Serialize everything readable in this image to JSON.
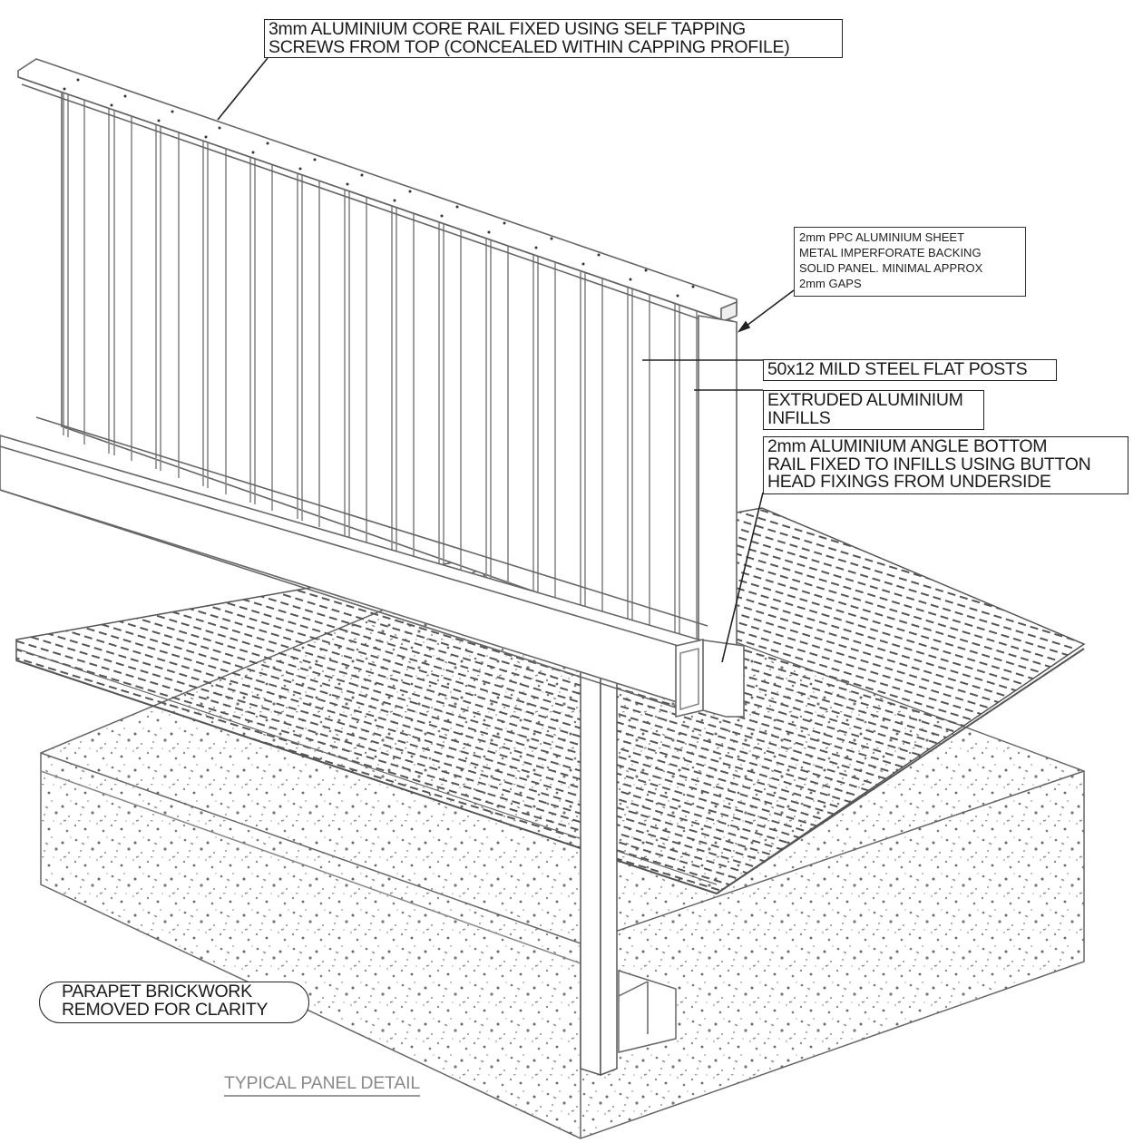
{
  "drawing": {
    "title": "TYPICAL PANEL DETAIL",
    "line_color": "#555555",
    "text_color": "#1a1a1a",
    "title_color": "#8a8a8a"
  },
  "callouts": {
    "core_rail": {
      "lines": [
        "3mm ALUMINIUM CORE RAIL FIXED USING SELF TAPPING",
        "SCREWS FROM TOP (CONCEALED WITHIN CAPPING PROFILE)"
      ]
    },
    "ppc_sheet": {
      "lines": [
        "2mm PPC ALUMINIUM SHEET",
        "METAL IMPERFORATE BACKING",
        "SOLID PANEL. MINIMAL APPROX",
        "2mm GAPS"
      ]
    },
    "posts": {
      "lines": [
        "50x12 MILD STEEL FLAT POSTS"
      ]
    },
    "infills": {
      "lines": [
        "EXTRUDED ALUMINIUM",
        "INFILLS"
      ]
    },
    "bottom_rail": {
      "lines": [
        "2mm ALUMINIUM ANGLE BOTTOM",
        "RAIL FIXED TO INFILLS USING BUTTON",
        "HEAD FIXINGS FROM UNDERSIDE"
      ]
    },
    "parapet": {
      "lines": [
        "PARAPET BRICKWORK",
        "REMOVED FOR CLARITY"
      ]
    }
  }
}
